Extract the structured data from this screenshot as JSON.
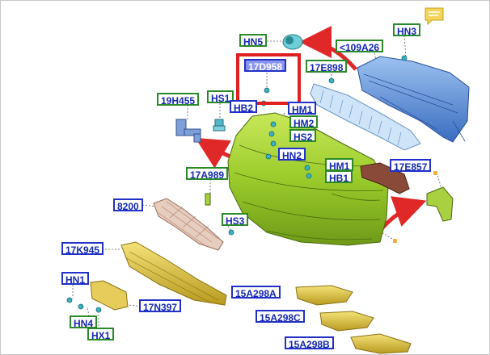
{
  "colors": {
    "label_blue": "#2030c8",
    "label_green": "#2a8a2a",
    "highlight_red": "#e02020",
    "arrow_red": "#e02828",
    "bumper_green": "#9acb2a",
    "reinforcement_blue": "#5b8fd8",
    "grille_gold": "#d8c040",
    "grille_tan": "#c89a86"
  },
  "icons": [
    "note-icon"
  ],
  "labels": {
    "hn5": "HN5",
    "r109a26": "<109A26",
    "hn3": "HN3",
    "p17d958": "17D958",
    "p17e898": "17E898",
    "p19h455": "19H455",
    "hs1": "HS1",
    "hb2": "HB2",
    "hm1a": "HM1",
    "hm2": "HM2",
    "hs2": "HS2",
    "hn2": "HN2",
    "hm1b": "HM1",
    "hb1": "HB1",
    "p17e857": "17E857",
    "p17a989": "17A989",
    "p8200": "8200",
    "hs3": "HS3",
    "p17k945": "17K945",
    "hn1": "HN1",
    "p17n397": "17N397",
    "hn4": "HN4",
    "hx1": "HX1",
    "p15a298a": "15A298A",
    "p15a298c": "15A298C",
    "p15a298b": "15A298B"
  }
}
